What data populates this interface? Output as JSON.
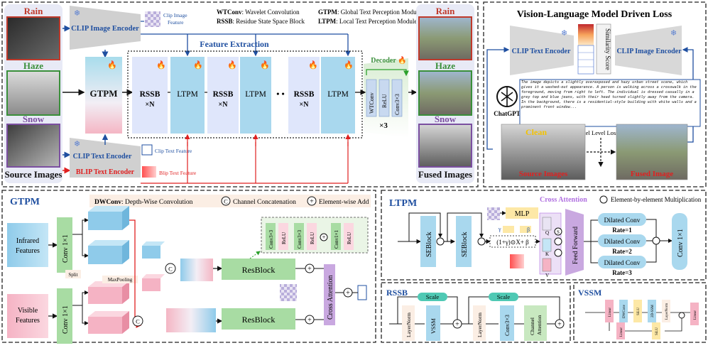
{
  "colors": {
    "panel_bg": "#e8eaf6",
    "image_border_red": "#c0392b",
    "image_border_green": "#3a8f3a",
    "image_border_purple": "#7b4fa0",
    "ltpm_blue": "#a9d8ee",
    "rssb_lavender": "#dfe6fb",
    "encoder_gray": "#d0d0d0",
    "resblock_green": "#a8dca3",
    "cross_attention_violet": "#c9a8e0",
    "mlp_yellow": "#fde8a6",
    "scale_teal": "#4fc9b4",
    "arrow_blue": "#1f4fa0",
    "arrow_red": "#e02020",
    "arrow_green": "#2ca02c",
    "title_blue": "#1f4fa0"
  },
  "top": {
    "source": {
      "labels": [
        "Rain",
        "Haze",
        "Snow"
      ],
      "caption": "Source Images"
    },
    "fused": {
      "labels": [
        "Rain",
        "Haze",
        "Snow"
      ],
      "caption": "Fused Images"
    },
    "clip_image_encoder": "CLIP Image Encoder",
    "clip_image_feature": [
      "Clip Image",
      "Feature"
    ],
    "clip_text_encoder": "CLIP Text Encoder",
    "clip_text_feature": "Clip Text Feature",
    "blip_text_encoder": "BLIP Text Encoder",
    "blip_text_feature": "Blip Text Feature",
    "gtpm": "GTPM",
    "feature_extraction": "Feature Extraction",
    "rssb": "RSSB",
    "times_n": "×N",
    "ltpm": "LTPM",
    "ellipsis": "• •",
    "decoder": "Decoder",
    "decoder_blocks": [
      "WTConv",
      "ReLU",
      "Conv3×3"
    ],
    "times_3": "×3",
    "legend": [
      {
        "key": "WTConv",
        "desc": ": Wavelet Convolution"
      },
      {
        "key": "RSSB",
        "desc": ": Residue State Space Block"
      },
      {
        "key": "GTPM",
        "desc": ": Global Text Perception Module"
      },
      {
        "key": "LTPM",
        "desc": ": Local Text Perception Module"
      }
    ]
  },
  "vlm": {
    "title": "Vision-Language Model Driven Loss",
    "clip_text_encoder": "CLIP Text Encoder",
    "clip_image_encoder": "CLIP Image Encoder",
    "similarity_score": "Similarity Score",
    "chatgpt": "ChatGPT",
    "description": "The image depicts a slightly overexposed and hazy urban street scene, which gives it a washed-out appearance. A person is walking across a crosswalk in the foreground, moving from right to left. The individual is dressed casually in a grey top and blue jeans, with their head turned slightly away from the camera. In the background, there is a residential-style building with white walls and a prominent front window...",
    "clean": "Clean",
    "pixel_level_loss": "Pixel Level Loss",
    "source_images": "Source Images",
    "fused_image": "Fused Image"
  },
  "gtpm": {
    "title": "GTPM",
    "legend_dwconv_key": "DWConv",
    "legend_dwconv_desc": ": Depth-Wise Convolution",
    "legend_concat_symbol": "C",
    "legend_concat": "Channel  Concatenation",
    "legend_add_symbol": "+",
    "legend_add": "Element-wise Add",
    "infrared_features": [
      "Infrared",
      "Features"
    ],
    "visible_features": [
      "Visible",
      "Features"
    ],
    "conv1x1": "Conv 1×1",
    "split": "Split",
    "maxpooling": "MaxPooling",
    "concat": "C",
    "resblock": "ResBlock",
    "cross_attention": "Cross Attention",
    "resblock_detail": [
      "Conv3×3",
      "ReLU",
      "Conv3×3",
      "ReLU",
      "Conv1×1",
      "ReLU"
    ]
  },
  "ltpm": {
    "title": "LTPM",
    "cross_attention": "Cross Attention",
    "mult_symbol": "⊙",
    "legend_mult": "Element-by-element Multiplication",
    "seblock": "SEBlock",
    "mlp": "MLP",
    "gamma": "γ",
    "beta": "β",
    "formula": "(1+γ)⊙X+ β",
    "feed_forward": "Feed Forward",
    "dilated_conv": "Dilated Conv",
    "rates": [
      "Rate=1",
      "Rate=2",
      "Rate=3"
    ],
    "conv1x1": "Conv 1×1",
    "qkv": [
      "Q",
      "K",
      "V"
    ],
    "softmax": "S"
  },
  "rssb": {
    "title": "RSSB",
    "scale": "Scale",
    "layernorm": "LayerNorm",
    "vssm": "VSSM",
    "conv3x3": "Conv3×3",
    "channel_attention": [
      "Channel",
      "Attention"
    ]
  },
  "vssm": {
    "title": "VSSM",
    "blocks": [
      "Linear",
      "DWConv",
      "SiLU",
      "2D-SSM",
      "LayerNorm",
      "Linear",
      "SiLU",
      "Linear"
    ]
  }
}
